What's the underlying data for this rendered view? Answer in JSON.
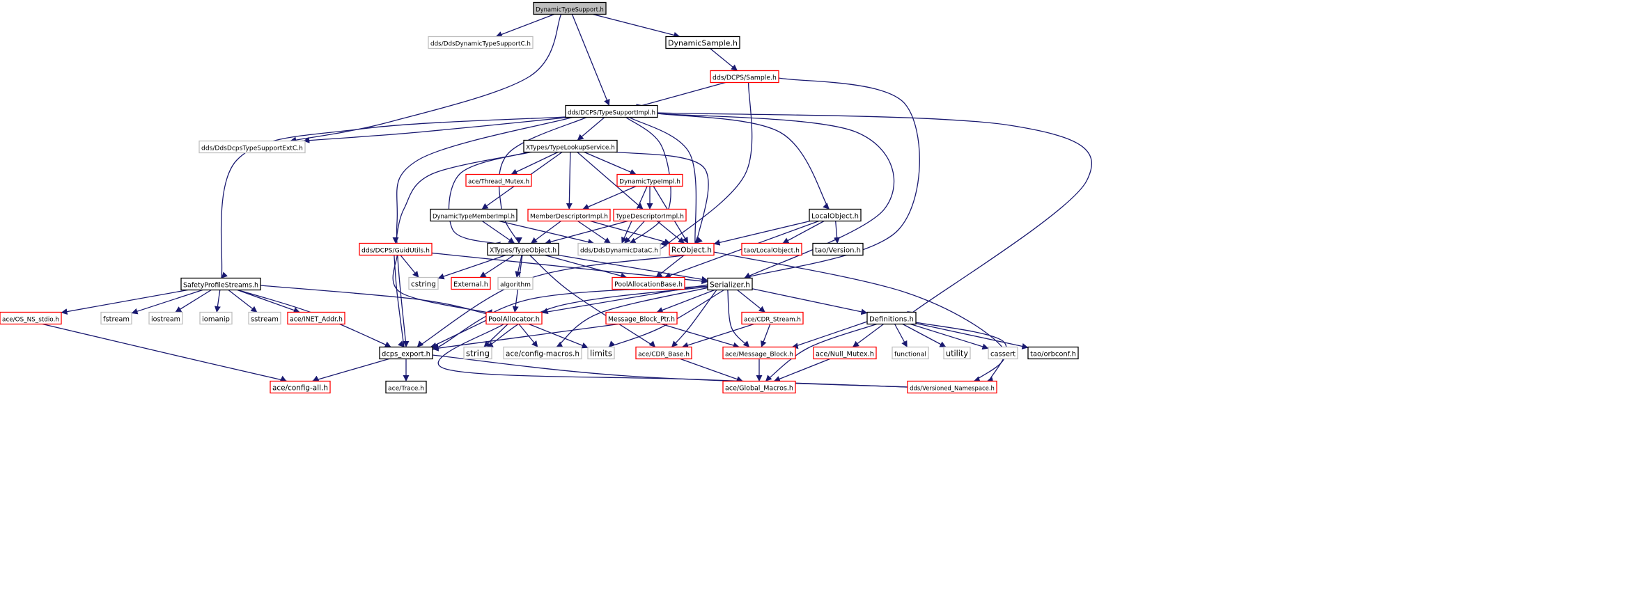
{
  "graph": {
    "title": "DynamicTypeSupport.h",
    "colors": {
      "edge": "#191970",
      "border_black": "#000000",
      "border_red": "#ff0000",
      "border_gray": "#bfbfbf",
      "root_fill": "#bfbfbf",
      "text": "#000000"
    },
    "nodes": [
      {
        "id": "DynamicTypeSupport",
        "label": "DynamicTypeSupport.h",
        "style": "root"
      },
      {
        "id": "DdsDynamicTypeSupportC",
        "label": "dds/DdsDynamicTypeSupportC.h",
        "style": "gray"
      },
      {
        "id": "DynamicSample",
        "label": "DynamicSample.h",
        "style": "black"
      },
      {
        "id": "Sample",
        "label": "dds/DCPS/Sample.h",
        "style": "red"
      },
      {
        "id": "TypeSupportImpl",
        "label": "dds/DCPS/TypeSupportImpl.h",
        "style": "black"
      },
      {
        "id": "DdsDcpsTypeSupportExtC",
        "label": "dds/DdsDcpsTypeSupportExtC.h",
        "style": "gray"
      },
      {
        "id": "TypeLookupService",
        "label": "XTypes/TypeLookupService.h",
        "style": "black"
      },
      {
        "id": "ThreadMutex",
        "label": "ace/Thread_Mutex.h",
        "style": "red"
      },
      {
        "id": "DynamicTypeImpl",
        "label": "DynamicTypeImpl.h",
        "style": "red"
      },
      {
        "id": "DynamicTypeMemberImpl",
        "label": "DynamicTypeMemberImpl.h",
        "style": "black"
      },
      {
        "id": "MemberDescriptorImpl",
        "label": "MemberDescriptorImpl.h",
        "style": "red"
      },
      {
        "id": "TypeDescriptorImpl",
        "label": "TypeDescriptorImpl.h",
        "style": "red"
      },
      {
        "id": "LocalObject",
        "label": "LocalObject.h",
        "style": "black"
      },
      {
        "id": "GuidUtils",
        "label": "dds/DCPS/GuidUtils.h",
        "style": "red"
      },
      {
        "id": "TypeObject",
        "label": "XTypes/TypeObject.h",
        "style": "black"
      },
      {
        "id": "DdsDynamicDataC",
        "label": "dds/DdsDynamicDataC.h",
        "style": "gray"
      },
      {
        "id": "RcObject",
        "label": "RcObject.h",
        "style": "red"
      },
      {
        "id": "TaoLocalObject",
        "label": "tao/LocalObject.h",
        "style": "red"
      },
      {
        "id": "TaoVersion",
        "label": "tao/Version.h",
        "style": "black"
      },
      {
        "id": "SafetyProfileStreams",
        "label": "SafetyProfileStreams.h",
        "style": "black"
      },
      {
        "id": "cstring",
        "label": "cstring",
        "style": "gray"
      },
      {
        "id": "External",
        "label": "External.h",
        "style": "red"
      },
      {
        "id": "algorithm",
        "label": "algorithm",
        "style": "gray"
      },
      {
        "id": "PoolAllocationBase",
        "label": "PoolAllocationBase.h",
        "style": "red"
      },
      {
        "id": "Serializer",
        "label": "Serializer.h",
        "style": "black"
      },
      {
        "id": "OSNSstdio",
        "label": "ace/OS_NS_stdio.h",
        "style": "red"
      },
      {
        "id": "fstream",
        "label": "fstream",
        "style": "gray"
      },
      {
        "id": "iostream",
        "label": "iostream",
        "style": "gray"
      },
      {
        "id": "iomanip",
        "label": "iomanip",
        "style": "gray"
      },
      {
        "id": "sstream",
        "label": "sstream",
        "style": "gray"
      },
      {
        "id": "INETAddr",
        "label": "ace/INET_Addr.h",
        "style": "red"
      },
      {
        "id": "PoolAllocator",
        "label": "PoolAllocator.h",
        "style": "red"
      },
      {
        "id": "MessageBlockPtr",
        "label": "Message_Block_Ptr.h",
        "style": "red"
      },
      {
        "id": "CDRStream",
        "label": "ace/CDR_Stream.h",
        "style": "red"
      },
      {
        "id": "Definitions",
        "label": "Definitions.h",
        "style": "black"
      },
      {
        "id": "dcpsexport",
        "label": "dcps_export.h",
        "style": "black"
      },
      {
        "id": "string",
        "label": "string",
        "style": "gray"
      },
      {
        "id": "configmacros",
        "label": "ace/config-macros.h",
        "style": "gray"
      },
      {
        "id": "limits",
        "label": "limits",
        "style": "gray"
      },
      {
        "id": "CDRBase",
        "label": "ace/CDR_Base.h",
        "style": "red"
      },
      {
        "id": "MessageBlock",
        "label": "ace/Message_Block.h",
        "style": "red"
      },
      {
        "id": "NullMutex",
        "label": "ace/Null_Mutex.h",
        "style": "red"
      },
      {
        "id": "functional",
        "label": "functional",
        "style": "gray"
      },
      {
        "id": "utility",
        "label": "utility",
        "style": "gray"
      },
      {
        "id": "cassert",
        "label": "cassert",
        "style": "gray"
      },
      {
        "id": "orbconf",
        "label": "tao/orbconf.h",
        "style": "black"
      },
      {
        "id": "configall",
        "label": "ace/config-all.h",
        "style": "red"
      },
      {
        "id": "Trace",
        "label": "ace/Trace.h",
        "style": "black"
      },
      {
        "id": "GlobalMacros",
        "label": "ace/Global_Macros.h",
        "style": "red"
      },
      {
        "id": "VersionedNamespace",
        "label": "dds/Versioned_Namespace.h",
        "style": "red"
      }
    ],
    "edges": [
      [
        "DynamicTypeSupport",
        "DdsDynamicTypeSupportC"
      ],
      [
        "DynamicTypeSupport",
        "DynamicSample"
      ],
      [
        "DynamicTypeSupport",
        "TypeSupportImpl"
      ],
      [
        "DynamicTypeSupport",
        "DdsDcpsTypeSupportExtC"
      ],
      [
        "DynamicSample",
        "Sample"
      ],
      [
        "Sample",
        "TypeSupportImpl"
      ],
      [
        "Sample",
        "DdsDynamicDataC"
      ],
      [
        "Sample",
        "Serializer"
      ],
      [
        "TypeSupportImpl",
        "DdsDcpsTypeSupportExtC"
      ],
      [
        "TypeSupportImpl",
        "TypeLookupService"
      ],
      [
        "TypeSupportImpl",
        "SafetyProfileStreams"
      ],
      [
        "TypeSupportImpl",
        "dcpsexport"
      ],
      [
        "TypeSupportImpl",
        "TypeObject"
      ],
      [
        "TypeSupportImpl",
        "DdsDynamicDataC"
      ],
      [
        "TypeSupportImpl",
        "RcObject"
      ],
      [
        "TypeSupportImpl",
        "LocalObject"
      ],
      [
        "TypeSupportImpl",
        "Serializer"
      ],
      [
        "TypeSupportImpl",
        "Definitions"
      ],
      [
        "TypeLookupService",
        "ThreadMutex"
      ],
      [
        "TypeLookupService",
        "DynamicTypeImpl"
      ],
      [
        "TypeLookupService",
        "DynamicTypeMemberImpl"
      ],
      [
        "TypeLookupService",
        "MemberDescriptorImpl"
      ],
      [
        "TypeLookupService",
        "TypeDescriptorImpl"
      ],
      [
        "TypeLookupService",
        "GuidUtils"
      ],
      [
        "TypeLookupService",
        "TypeObject"
      ],
      [
        "TypeLookupService",
        "RcObject"
      ],
      [
        "DynamicTypeImpl",
        "MemberDescriptorImpl"
      ],
      [
        "DynamicTypeImpl",
        "TypeDescriptorImpl"
      ],
      [
        "DynamicTypeImpl",
        "DdsDynamicDataC"
      ],
      [
        "DynamicTypeImpl",
        "RcObject"
      ],
      [
        "DynamicTypeMemberImpl",
        "TypeObject"
      ],
      [
        "DynamicTypeMemberImpl",
        "DdsDynamicDataC"
      ],
      [
        "MemberDescriptorImpl",
        "TypeObject"
      ],
      [
        "MemberDescriptorImpl",
        "DdsDynamicDataC"
      ],
      [
        "MemberDescriptorImpl",
        "RcObject"
      ],
      [
        "TypeDescriptorImpl",
        "TypeObject"
      ],
      [
        "TypeDescriptorImpl",
        "DdsDynamicDataC"
      ],
      [
        "TypeDescriptorImpl",
        "RcObject"
      ],
      [
        "LocalObject",
        "RcObject"
      ],
      [
        "LocalObject",
        "TaoLocalObject"
      ],
      [
        "LocalObject",
        "TaoVersion"
      ],
      [
        "LocalObject",
        "PoolAllocationBase"
      ],
      [
        "GuidUtils",
        "cstring"
      ],
      [
        "GuidUtils",
        "Serializer"
      ],
      [
        "GuidUtils",
        "PoolAllocator"
      ],
      [
        "GuidUtils",
        "dcpsexport"
      ],
      [
        "TypeObject",
        "cstring"
      ],
      [
        "TypeObject",
        "External"
      ],
      [
        "TypeObject",
        "algorithm"
      ],
      [
        "TypeObject",
        "PoolAllocationBase"
      ],
      [
        "TypeObject",
        "Serializer"
      ],
      [
        "TypeObject",
        "PoolAllocator"
      ],
      [
        "TypeObject",
        "CDRBase"
      ],
      [
        "RcObject",
        "PoolAllocationBase"
      ],
      [
        "RcObject",
        "dcpsexport"
      ],
      [
        "RcObject",
        "VersionedNamespace"
      ],
      [
        "SafetyProfileStreams",
        "OSNSstdio"
      ],
      [
        "SafetyProfileStreams",
        "fstream"
      ],
      [
        "SafetyProfileStreams",
        "iostream"
      ],
      [
        "SafetyProfileStreams",
        "iomanip"
      ],
      [
        "SafetyProfileStreams",
        "sstream"
      ],
      [
        "SafetyProfileStreams",
        "INETAddr"
      ],
      [
        "SafetyProfileStreams",
        "PoolAllocator"
      ],
      [
        "SafetyProfileStreams",
        "dcpsexport"
      ],
      [
        "Serializer",
        "PoolAllocator"
      ],
      [
        "Serializer",
        "MessageBlockPtr"
      ],
      [
        "Serializer",
        "CDRStream"
      ],
      [
        "Serializer",
        "Definitions"
      ],
      [
        "Serializer",
        "dcpsexport"
      ],
      [
        "Serializer",
        "string"
      ],
      [
        "Serializer",
        "configmacros"
      ],
      [
        "Serializer",
        "limits"
      ],
      [
        "Serializer",
        "CDRBase"
      ],
      [
        "Serializer",
        "MessageBlock"
      ],
      [
        "OSNSstdio",
        "configall"
      ],
      [
        "PoolAllocator",
        "dcpsexport"
      ],
      [
        "PoolAllocator",
        "string"
      ],
      [
        "PoolAllocator",
        "configmacros"
      ],
      [
        "PoolAllocator",
        "limits"
      ],
      [
        "PoolAllocator",
        "VersionedNamespace"
      ],
      [
        "MessageBlockPtr",
        "MessageBlock"
      ],
      [
        "MessageBlockPtr",
        "dcpsexport"
      ],
      [
        "CDRStream",
        "CDRBase"
      ],
      [
        "CDRStream",
        "MessageBlock"
      ],
      [
        "Definitions",
        "MessageBlock"
      ],
      [
        "Definitions",
        "NullMutex"
      ],
      [
        "Definitions",
        "functional"
      ],
      [
        "Definitions",
        "utility"
      ],
      [
        "Definitions",
        "cassert"
      ],
      [
        "Definitions",
        "orbconf"
      ],
      [
        "Definitions",
        "GlobalMacros"
      ],
      [
        "Definitions",
        "VersionedNamespace"
      ],
      [
        "dcpsexport",
        "configall"
      ],
      [
        "dcpsexport",
        "Trace"
      ],
      [
        "dcpsexport",
        "VersionedNamespace"
      ],
      [
        "CDRBase",
        "GlobalMacros"
      ],
      [
        "MessageBlock",
        "GlobalMacros"
      ],
      [
        "NullMutex",
        "GlobalMacros"
      ]
    ]
  }
}
